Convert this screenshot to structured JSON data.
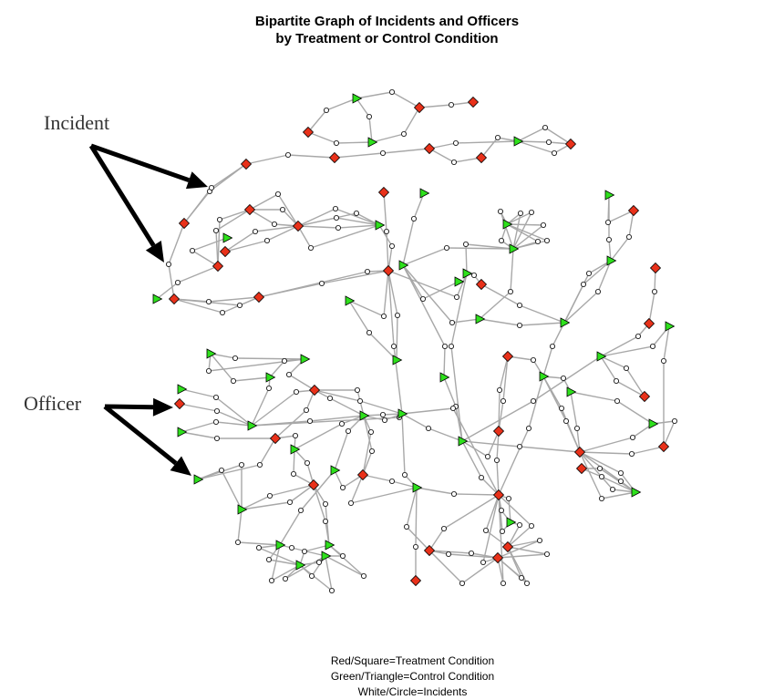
{
  "title": {
    "line1": "Bipartite Graph of Incidents and Officers",
    "line2": "by Treatment or Control Condition"
  },
  "callouts": {
    "incident": "Incident",
    "officer": "Officer"
  },
  "legend": {
    "line1": "Red/Square=Treatment Condition",
    "line2": "Green/Triangle=Control Condition",
    "line3": "White/Circle=Incidents"
  },
  "colors": {
    "treatment": "#e8311a",
    "control": "#2ee01c",
    "incident": "#ffffff",
    "edge": "#a8a8a8",
    "arrow": "#000000"
  }
}
